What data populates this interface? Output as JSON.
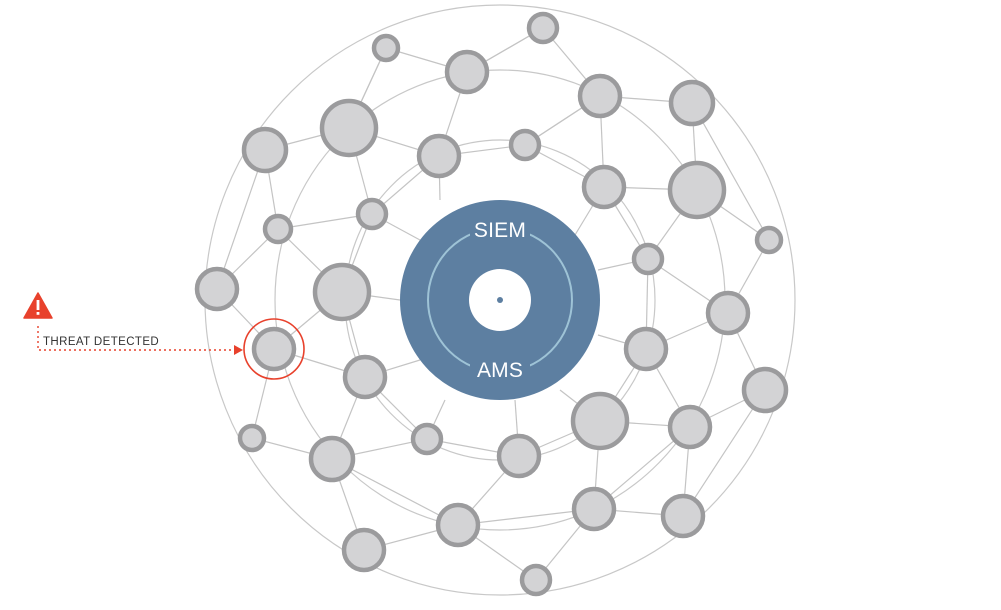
{
  "hub": {
    "top_label": "SIEM",
    "bottom_label": "AMS",
    "color": "#5d7fa1",
    "inner_ring_color": "#9ec3d6"
  },
  "alert": {
    "label": "THREAT DETECTED",
    "icon": "warning-triangle-icon",
    "color": "#e8412c"
  },
  "network": {
    "node_fill": "#d3d3d5",
    "node_stroke": "#9b9b9d",
    "edge_color": "#c4c4c4"
  }
}
